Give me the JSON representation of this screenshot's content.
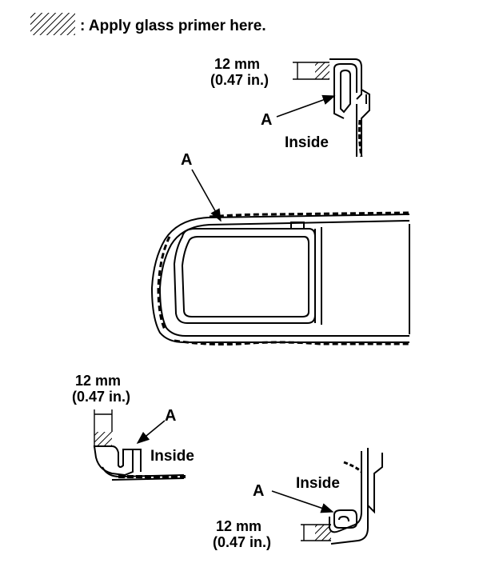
{
  "legend": {
    "text": ": Apply glass primer here."
  },
  "detail_top": {
    "dim_mm": "12 mm",
    "dim_in": "(0.47 in.)",
    "callout": "A",
    "inside": "Inside"
  },
  "window": {
    "callout": "A"
  },
  "detail_left": {
    "dim_mm": "12 mm",
    "dim_in": "(0.47 in.)",
    "callout": "A",
    "inside": "Inside"
  },
  "detail_bottom": {
    "inside": "Inside",
    "callout": "A",
    "dim_mm": "12 mm",
    "dim_in": "(0.47 in.)"
  }
}
